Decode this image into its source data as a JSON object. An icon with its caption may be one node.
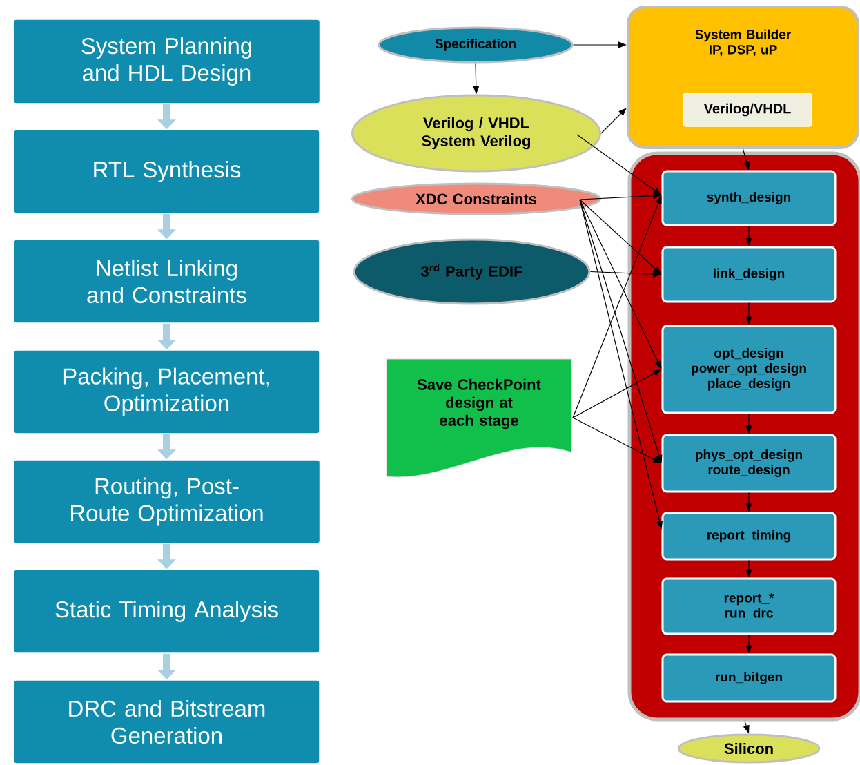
{
  "diagram": {
    "nodes": [
      {
        "text": [
          "System Planning and HDL Design"
        ]
      },
      {
        "text": [
          "RTL Synthesis"
        ]
      },
      {
        "text": [
          "Netlist Linking and Constraints"
        ]
      },
      {
        "text": [
          "Packing, Placement, Optimization"
        ]
      },
      {
        "text": [
          "Routing, Post-Route Optimization"
        ]
      },
      {
        "text": [
          "Static Timing Analysis"
        ]
      },
      {
        "text": [
          "DRC and Bitstream Generation"
        ]
      },
      {
        "text": [
          "Specification"
        ]
      },
      {
        "text": [
          "Verilog / VHDL System Verilog"
        ]
      },
      {
        "text": [
          "XDC Constraints"
        ]
      },
      {
        "text": [
          "3$^{rd}$ Party EDIF"
        ]
      },
      {
        "text": [
          "Save CheckPoint design at each stage"
        ]
      },
      {
        "text": [
          "System Builder IP, DSP, uP"
        ]
      },
      {
        "text": [
          "Verilog/VHDL"
        ],
        "in": 12
      },
      {
        "text": [],
        "shape": "box"
      },
      {
        "text": [
          "synth_design"
        ],
        "in": 14
      },
      {
        "text": [
          "link_design"
        ],
        "in": 14
      },
      {
        "text": [
          "opt_design power_opt_design place_design"
        ],
        "in": 14
      },
      {
        "text": [
          "phys_opt_design route_design"
        ],
        "in": 14
      },
      {
        "text": [
          "report_timing"
        ],
        "in": 14
      },
      {
        "text": [
          "report_* run_drc"
        ],
        "in": 14
      },
      {
        "text": [
          "run_bitgen"
        ],
        "in": 14
      },
      {
        "text": [
          "Silicon"
        ]
      }
    ],
    "edges": [
      {
        "from": 0,
        "to": 1,
        "arrow": "to",
        "style": "thick",
        "color": "#a9cfe1"
      },
      {
        "from": 1,
        "to": 2,
        "arrow": "to",
        "style": "thick",
        "color": "#a9cfe1"
      },
      {
        "from": 2,
        "to": 3,
        "arrow": "to",
        "style": "thick",
        "color": "#a9cfe1"
      },
      {
        "from": 3,
        "to": 4,
        "arrow": "to",
        "style": "thick",
        "color": "#a9cfe1"
      },
      {
        "from": 4,
        "to": 5,
        "arrow": "to",
        "style": "thick",
        "color": "#a9cfe1"
      },
      {
        "from": 5,
        "to": 6,
        "arrow": "to",
        "style": "thick",
        "color": "#a9cfe1"
      },
      {
        "from": 7,
        "to": 8,
        "arrow": "to"
      },
      {
        "from": 7,
        "to": 12,
        "arrow": "to"
      },
      {
        "from": 8,
        "to": 12,
        "arrow": "to"
      },
      {
        "from": 8,
        "to": 15,
        "arrow": "to"
      },
      {
        "from": 9,
        "to": 15,
        "arrow": "to"
      },
      {
        "from": 9,
        "to": 16,
        "arrow": "to"
      },
      {
        "from": 9,
        "to": 17,
        "arrow": "to"
      },
      {
        "from": 9,
        "to": 18,
        "arrow": "to"
      },
      {
        "from": 9,
        "to": 19,
        "arrow": "to"
      },
      {
        "from": 10,
        "to": 16,
        "arrow": "to"
      },
      {
        "from": 11,
        "to": 15,
        "arrow": "to"
      },
      {
        "from": 11,
        "to": 17,
        "arrow": "to"
      },
      {
        "from": 11,
        "to": 18,
        "arrow": "to"
      },
      {
        "from": 12,
        "to": 15,
        "arrow": "to"
      },
      {
        "from": 15,
        "to": 16,
        "arrow": "to"
      },
      {
        "from": 16,
        "to": 17,
        "arrow": "to"
      },
      {
        "from": 17,
        "to": 18,
        "arrow": "to"
      },
      {
        "from": 18,
        "to": 19,
        "arrow": "to"
      },
      {
        "from": 19,
        "to": 20,
        "arrow": "to"
      },
      {
        "from": 20,
        "to": 21,
        "arrow": "to"
      },
      {
        "from": 14,
        "to": 22,
        "arrow": "to"
      }
    ]
  }
}
